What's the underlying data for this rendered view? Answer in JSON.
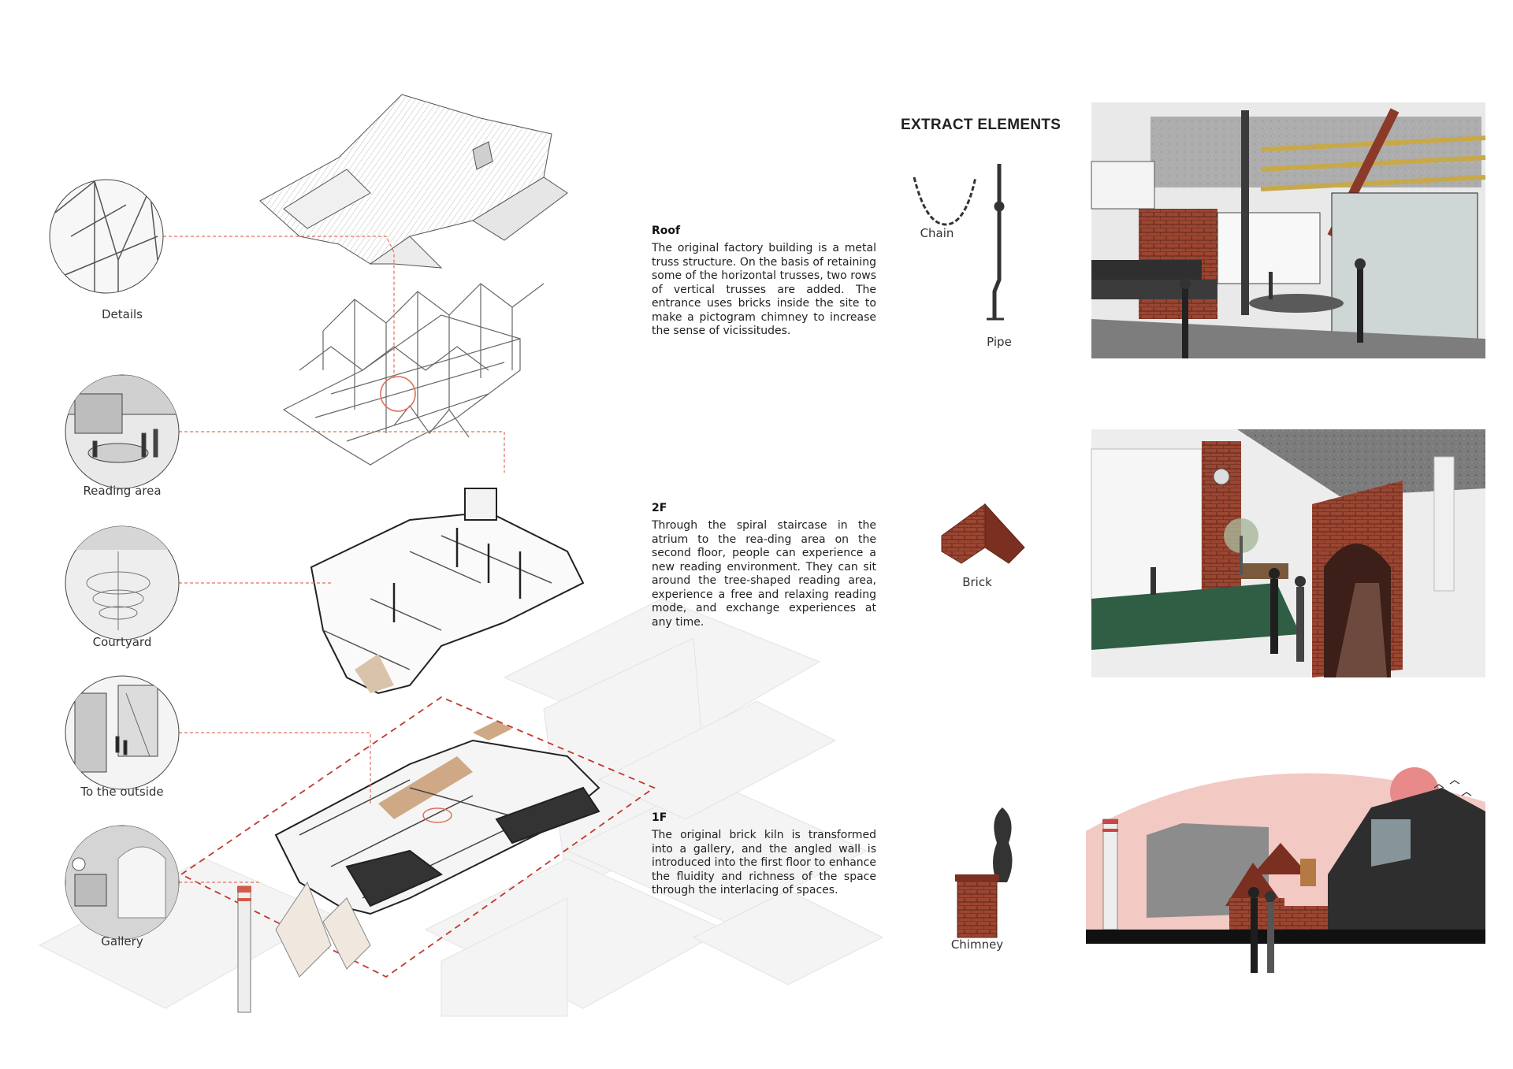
{
  "circles": [
    {
      "label": "Details"
    },
    {
      "label": "Reading area"
    },
    {
      "label": "Courtyard"
    },
    {
      "label": "To the outside"
    },
    {
      "label": "Gallery"
    }
  ],
  "sections": [
    {
      "heading": "Roof",
      "body": "The original factory building is a metal truss structure. On the basis of retaining some of the horizontal trusses, two rows of vertical trusses are added. The entrance uses bricks inside the site to make a pictogram chimney to increase the sense of vicissitudes."
    },
    {
      "heading": "2F",
      "body": "Through the spiral staircase in the atrium to the rea-ding area on the second floor, people can experience a new reading environment. They can sit around the tree-shaped reading area, experience a free and relaxing reading mode, and exchange experiences at any time."
    },
    {
      "heading": "1F",
      "body": "The original brick kiln is transformed into a gallery, and the angled wall is introduced into the first floor to enhance the fluidity and richness of the space through the interlacing of spaces."
    }
  ],
  "extract": {
    "title": "EXTRACT ELEMENTS",
    "elements": [
      {
        "label": "Chain",
        "icon": "chain-icon"
      },
      {
        "label": "Pipe",
        "icon": "pipe-icon"
      },
      {
        "label": "Brick",
        "icon": "brick-icon"
      },
      {
        "label": "Chimney",
        "icon": "chimney-icon"
      }
    ]
  },
  "colors": {
    "leader_line": "#e0705a",
    "dashed_boundary": "#c0392b",
    "brick": "#8b3a2a",
    "green_floor": "#2f5e45",
    "sky_pink": "#f3c9c4",
    "sun": "#e88a8a"
  }
}
